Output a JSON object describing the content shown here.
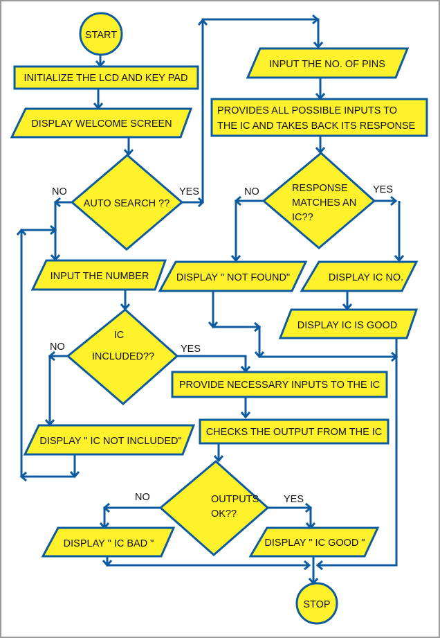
{
  "colors": {
    "shape_fill": "#fff22b",
    "shape_stroke": "#0c5aa0",
    "text": "#111111",
    "frame": "#9a9a9a"
  },
  "nodes": {
    "start": "START",
    "init": "INITIALIZE THE LCD AND KEY PAD",
    "welcome": "DISPLAY WELCOME SCREEN",
    "auto_search": "AUTO SEARCH ??",
    "input_number": "INPUT THE NUMBER",
    "ic_included_1": "IC",
    "ic_included_2": "INCLUDED??",
    "not_included": "DISPLAY \" IC NOT INCLUDED\"",
    "input_pins": "INPUT THE NO. OF PINS",
    "provides_1": "PROVIDES ALL POSSIBLE INPUTS TO",
    "provides_2": "THE IC AND TAKES BACK ITS RESPONSE",
    "response_1": "RESPONSE",
    "response_2": "MATCHES AN",
    "response_3": "IC??",
    "not_found": "DISPLAY \" NOT FOUND\"",
    "display_ic_no": "DISPLAY IC NO.",
    "display_ic_good_auto": "DISPLAY IC IS GOOD",
    "provide_necessary": "PROVIDE NECESSARY INPUTS TO THE IC",
    "checks_output": "CHECKS THE OUTPUT FROM THE IC",
    "outputs_ok_1": "OUTPUTS",
    "outputs_ok_2": "OK??",
    "ic_bad": "DISPLAY \" IC BAD \"",
    "ic_good": "DISPLAY \" IC GOOD \"",
    "stop": "STOP"
  },
  "branch_labels": {
    "auto_no": "NO",
    "auto_yes": "YES",
    "response_no": "NO",
    "response_yes": "YES",
    "included_no": "NO",
    "included_yes": "YES",
    "outputs_no": "NO",
    "outputs_yes": "YES"
  }
}
